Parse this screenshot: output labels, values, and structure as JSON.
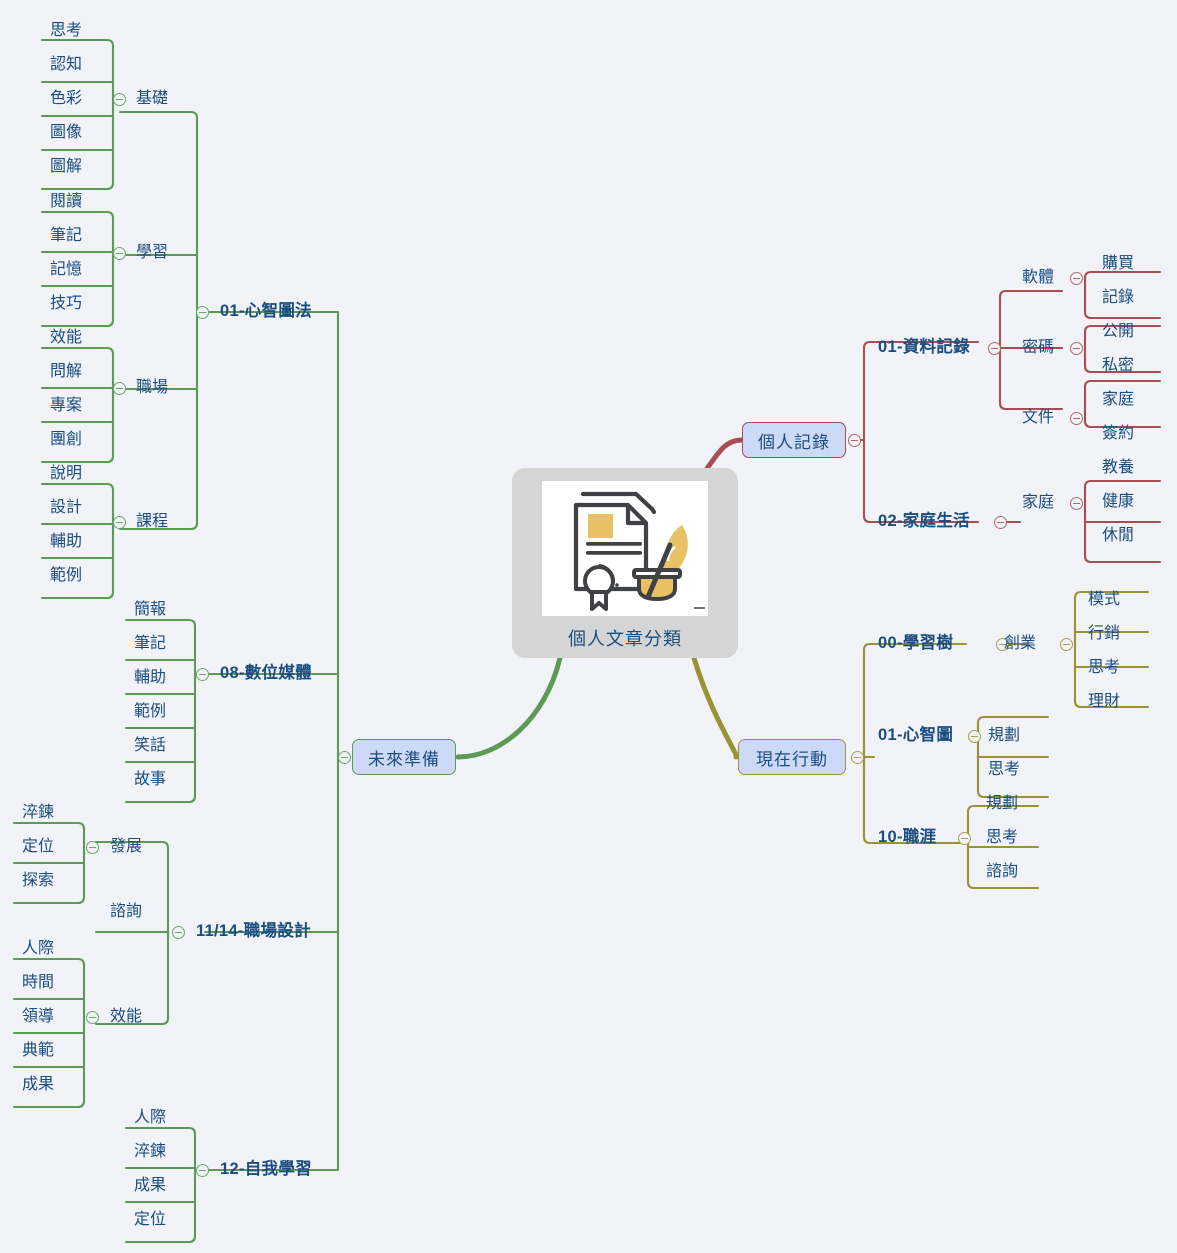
{
  "app": {
    "type": "mindmap",
    "background_color": "#f1f3f9",
    "text_color": "#1a4d80",
    "root_box_color": "#d5d5d5",
    "node_fill_color": "#ccd9f7"
  },
  "root": {
    "label": "個人文章分類",
    "icon": "certificate-document-quill-icon"
  },
  "branches": [
    {
      "label": "個人記錄",
      "color": "#a84e52",
      "side": "right",
      "children": [
        {
          "label": "01-資料記錄",
          "children": [
            {
              "label": "軟體",
              "leaves": [
                "購買",
                "記錄"
              ]
            },
            {
              "label": "密碼",
              "leaves": [
                "公開",
                "私密"
              ]
            },
            {
              "label": "文件",
              "leaves": [
                "家庭",
                "簽約"
              ]
            }
          ]
        },
        {
          "label": "02-家庭生活",
          "children": [
            {
              "label": "家庭",
              "leaves": [
                "教養",
                "健康",
                "休閒"
              ]
            }
          ]
        }
      ]
    },
    {
      "label": "現在行動",
      "color": "#9a9336",
      "side": "right",
      "children": [
        {
          "label": "00-學習樹",
          "children": [
            {
              "label": "創業",
              "leaves": [
                "模式",
                "行銷",
                "思考",
                "理財"
              ]
            }
          ]
        },
        {
          "label": "01-心智圖",
          "children": [
            {
              "label": "規劃",
              "leaves": []
            },
            {
              "label": "思考",
              "leaves": []
            }
          ]
        },
        {
          "label": "10-職涯",
          "children": [
            {
              "label": "規劃",
              "leaves": []
            },
            {
              "label": "思考",
              "leaves": []
            },
            {
              "label": "諮詢",
              "leaves": []
            }
          ]
        }
      ]
    },
    {
      "label": "未來準備",
      "color": "#5b9b55",
      "side": "left",
      "children": [
        {
          "label": "01-心智圖法",
          "children": [
            {
              "label": "基礎",
              "leaves": [
                "思考",
                "認知",
                "色彩",
                "圖像",
                "圖解"
              ]
            },
            {
              "label": "學習",
              "leaves": [
                "閱讀",
                "筆記",
                "記憶",
                "技巧"
              ]
            },
            {
              "label": "職場",
              "leaves": [
                "效能",
                "問解",
                "專案",
                "團創"
              ]
            },
            {
              "label": "課程",
              "leaves": [
                "說明",
                "設計",
                "輔助",
                "範例"
              ]
            }
          ]
        },
        {
          "label": "08-數位媒體",
          "children": [
            {
              "label": "簡報",
              "leaves": []
            },
            {
              "label": "筆記",
              "leaves": []
            },
            {
              "label": "輔助",
              "leaves": []
            },
            {
              "label": "範例",
              "leaves": []
            },
            {
              "label": "笑話",
              "leaves": []
            },
            {
              "label": "故事",
              "leaves": []
            }
          ]
        },
        {
          "label": "11/14-職場設計",
          "children": [
            {
              "label": "發展",
              "leaves": [
                "淬鍊",
                "定位",
                "探索"
              ]
            },
            {
              "label": "諮詢",
              "leaves": []
            },
            {
              "label": "效能",
              "leaves": [
                "人際",
                "時間",
                "領導",
                "典範",
                "成果"
              ]
            }
          ]
        },
        {
          "label": "12-自我學習",
          "children": [
            {
              "label": "人際",
              "leaves": []
            },
            {
              "label": "淬鍊",
              "leaves": []
            },
            {
              "label": "成果",
              "leaves": []
            },
            {
              "label": "定位",
              "leaves": []
            }
          ]
        }
      ]
    }
  ],
  "nodes": {
    "L_sikao": "思考",
    "L_renzhi": "認知",
    "L_secai": "色彩",
    "L_tuxiang": "圖像",
    "L_tujie": "圖解",
    "L_jichu": "基礎",
    "L_yuedu": "閱讀",
    "L_biji": "筆記",
    "L_jiyi": "記憶",
    "L_jiqiao": "技巧",
    "L_xuexi": "學習",
    "L_xiaoneng": "效能",
    "L_wenjie": "問解",
    "L_zhuanan": "專案",
    "L_tuanchuang": "團創",
    "L_zhichang": "職場",
    "L_shuoming": "說明",
    "L_sheji": "設計",
    "L_fuzhu": "輔助",
    "L_fanli": "範例",
    "L_kecheng": "課程",
    "L_b1": "01-心智圖法",
    "L_jianbao": "簡報",
    "L_biji2": "筆記",
    "L_fuzhu2": "輔助",
    "L_fanli2": "範例",
    "L_xiaohua": "笑話",
    "L_gushi": "故事",
    "L_b2": "08-數位媒體",
    "L_cuilian": "淬鍊",
    "L_dingwei": "定位",
    "L_tansuo": "探索",
    "L_fazhan": "發展",
    "L_zixun": "諮詢",
    "L_renji": "人際",
    "L_shijian": "時間",
    "L_lingdao": "領導",
    "L_dianfan": "典範",
    "L_chengguo": "成果",
    "L_xiaoneng2": "效能",
    "L_b3": "11/14-職場設計",
    "L_renji2": "人際",
    "L_cuilian2": "淬鍊",
    "L_chengguo2": "成果",
    "L_dingwei2": "定位",
    "L_b4": "12-自我學習",
    "R_ruanti": "軟體",
    "R_goumai": "購買",
    "R_jilu": "記錄",
    "R_mima": "密碼",
    "R_gongkai": "公開",
    "R_simi": "私密",
    "R_wenjian": "文件",
    "R_jiating": "家庭",
    "R_qianyue": "簽約",
    "R_b1": "01-資料記錄",
    "R_jiating2": "家庭",
    "R_jiaoyang": "教養",
    "R_jiankang": "健康",
    "R_xiuxian": "休閒",
    "R_b2": "02-家庭生活",
    "R_chuangye": "創業",
    "R_moshi": "模式",
    "R_xingxiao": "行銷",
    "R_sikao3": "思考",
    "R_licai": "理財",
    "R_b3": "00-學習樹",
    "R_guihua": "規劃",
    "R_sikao4": "思考",
    "R_b4": "01-心智圖",
    "R_guihua2": "規劃",
    "R_sikao5": "思考",
    "R_zixun2": "諮詢",
    "R_b5": "10-職涯",
    "M_geren": "個人記錄",
    "M_weilai": "未來準備",
    "M_xianzai": "現在行動"
  }
}
